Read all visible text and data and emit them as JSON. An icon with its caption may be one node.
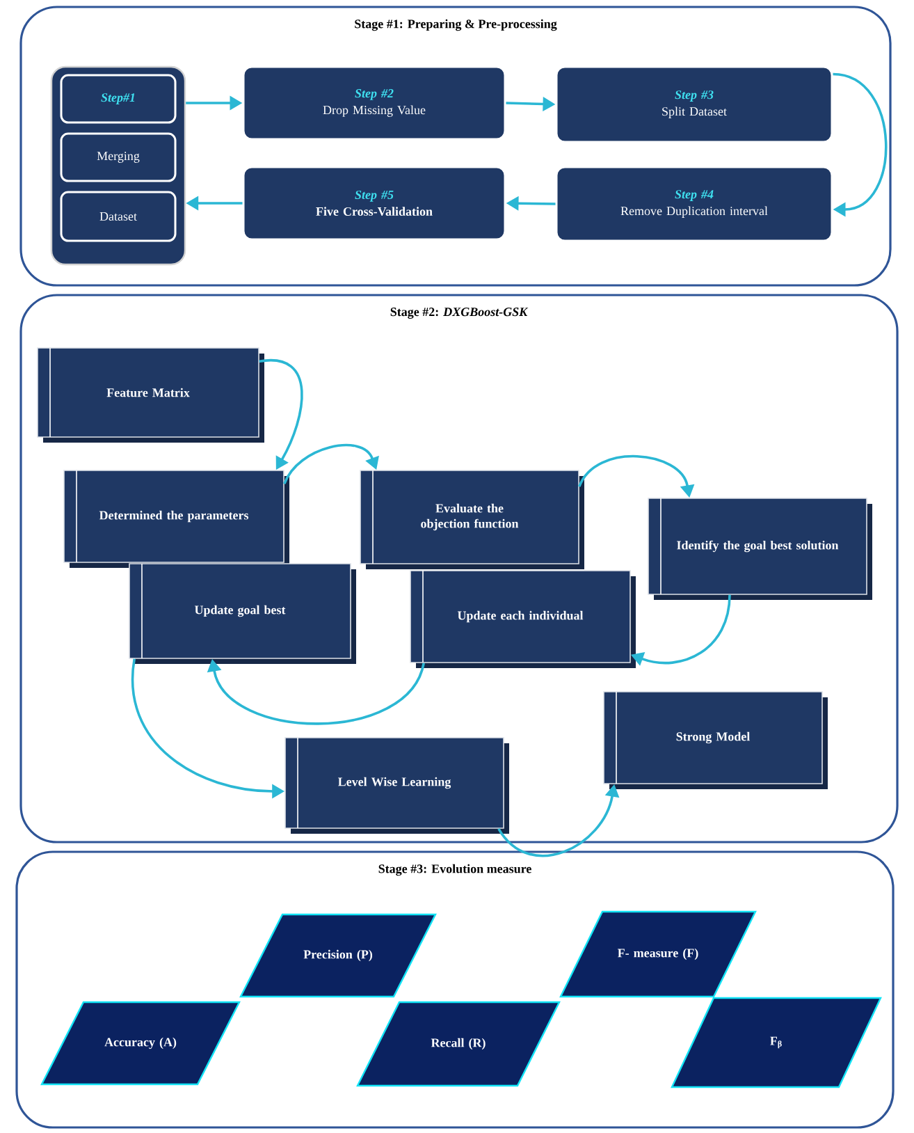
{
  "diagram": {
    "nodes": [
      {
        "text": [
          "Stage #1: Preparing & Pre-processing"
        ]
      },
      {
        "text": [],
        "shape": "box",
        "in": 0
      },
      {
        "text": [
          "Step#1"
        ],
        "in": 1
      },
      {
        "text": [
          "Merging"
        ],
        "in": 1
      },
      {
        "text": [
          "Dataset"
        ],
        "in": 1
      },
      {
        "text": [
          "Step #2",
          "Drop Missing Value"
        ],
        "in": 0
      },
      {
        "text": [
          "Step #3",
          "Split Dataset"
        ],
        "in": 0
      },
      {
        "text": [
          "Step #4",
          "Remove Duplication interval"
        ],
        "in": 0
      },
      {
        "text": [
          "Step #5",
          "Five Cross-Validation"
        ],
        "in": 0
      },
      {
        "text": [
          "Stage #2: *DXGBoost-GSK*"
        ]
      },
      {
        "text": [
          "Feature Matrix"
        ],
        "in": 9
      },
      {
        "text": [
          "Determined the parameters"
        ],
        "in": 9
      },
      {
        "text": [
          "Evaluate the objection function"
        ],
        "in": 9
      },
      {
        "text": [
          "Identify the goal best solution"
        ],
        "in": 9
      },
      {
        "text": [
          "Update goal best"
        ],
        "in": 9
      },
      {
        "text": [
          "Update each individual"
        ],
        "in": 9
      },
      {
        "text": [
          "Level Wise Learning"
        ],
        "in": 9
      },
      {
        "text": [
          "Strong Model"
        ],
        "in": 9
      },
      {
        "text": [
          "Stage #3: Evolution measure"
        ]
      },
      {
        "text": [
          "Precision (P)"
        ],
        "in": 18
      },
      {
        "text": [
          "F- measure (F)"
        ],
        "in": 18
      },
      {
        "text": [
          "Accuracy (A)"
        ],
        "in": 18
      },
      {
        "text": [
          "Recall (R)"
        ],
        "in": 18
      },
      {
        "text": [
          "F$_{β}$"
        ],
        "in": 18
      }
    ],
    "edges": [
      {
        "from": 1,
        "to": 5,
        "arrow": "to"
      },
      {
        "from": 5,
        "to": 6,
        "arrow": "to"
      },
      {
        "from": 6,
        "to": 7,
        "arrow": "to"
      },
      {
        "from": 7,
        "to": 8,
        "arrow": "to"
      },
      {
        "from": 8,
        "to": 1,
        "arrow": "to"
      },
      {
        "from": 10,
        "to": 11,
        "arrow": "to"
      },
      {
        "from": 11,
        "to": 12,
        "arrow": "to"
      },
      {
        "from": 12,
        "to": 13,
        "arrow": "to"
      },
      {
        "from": 13,
        "to": 15,
        "arrow": "to"
      },
      {
        "from": 15,
        "to": 14,
        "arrow": "to"
      },
      {
        "from": 14,
        "to": 16,
        "arrow": "to"
      },
      {
        "from": 16,
        "to": 17,
        "arrow": "to"
      }
    ]
  }
}
